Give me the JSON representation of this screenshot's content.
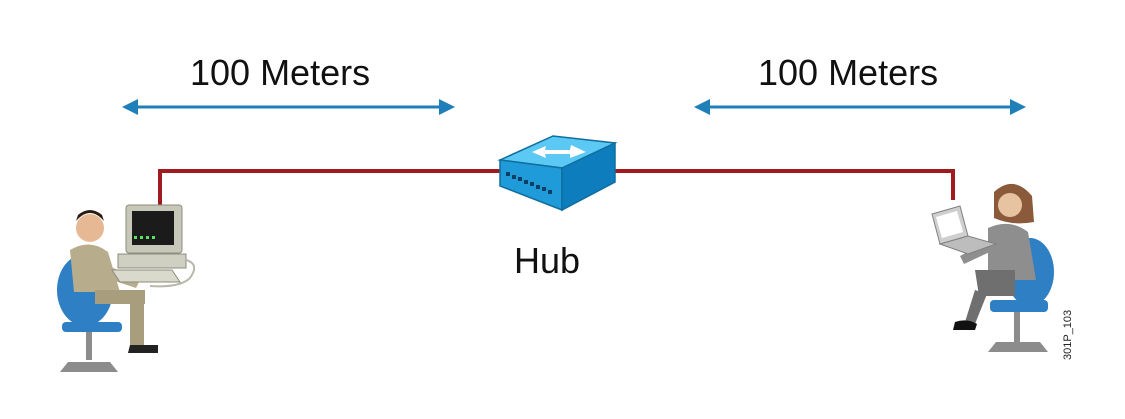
{
  "diagram": {
    "left_distance_label": "100 Meters",
    "right_distance_label": "100 Meters",
    "hub_label": "Hub",
    "figure_id": "301P_103"
  },
  "colors": {
    "cable": "#a01b20",
    "arrow": "#1f7fb8",
    "hub_body": "#1aa3e0",
    "chair": "#2f7fc4"
  },
  "icons": [
    "double-arrow-icon",
    "hub-icon",
    "desktop-user-icon",
    "laptop-user-icon"
  ]
}
